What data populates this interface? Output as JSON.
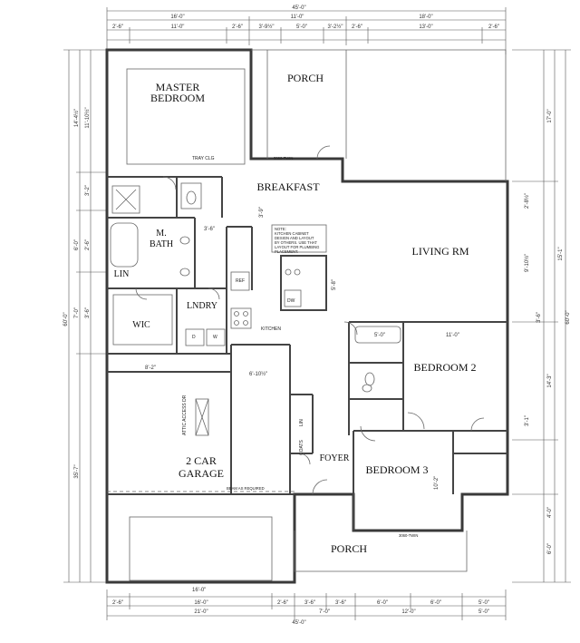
{
  "rooms": {
    "master_bedroom": [
      "MASTER",
      "BEDROOM"
    ],
    "porch_rear": "PORCH",
    "breakfast": "BREAKFAST",
    "m_bath": [
      "M.",
      "BATH"
    ],
    "living_rm": "LIVING RM",
    "lndry": "LNDRY",
    "wic": "WIC",
    "lin_bath": "LIN",
    "kitchen": "KITCHEN",
    "bedroom2": "BEDROOM 2",
    "two_car_garage": [
      "2 CAR",
      "GARAGE"
    ],
    "foyer": "FOYER",
    "bedroom3": "BEDROOM 3",
    "coats": "COATS",
    "lin_hall": "LIN",
    "porch_front": "PORCH",
    "attic_access": "ATTIC ACCESS DR",
    "ref": "REF",
    "dw": "DW",
    "d": "D",
    "w": "W",
    "tray_clg": "TRAY CLG",
    "beam_note": "BEAM AS REQUIRED",
    "window_note": "3060-TWIN",
    "kitchen_note": [
      "NOTE:",
      "KITCHEN CABINET",
      "DESIGN AND LAYOUT",
      "BY OTHERS. USE THAT",
      "LAYOUT FOR PLUMBING",
      "PLACEMENT."
    ]
  },
  "dimensions": {
    "overall_width": "45'-0\"",
    "overall_depth": "60'-0\"",
    "top_row": [
      "16'-0\"",
      "11'-0\"",
      "18'-0\""
    ],
    "top_detail": [
      "2'-6\"",
      "11'-0\"",
      "2'-6\"",
      "3'-9½\"",
      "5'-0\"",
      "3'-2½\"",
      "2'-6\"",
      "13'-0\"",
      "2'-6\""
    ],
    "bottom_detail": [
      "2'-6\"",
      "16'-0\"",
      "2'-6\"",
      "3'-6\"",
      "3'-6\"",
      "6'-0\"",
      "6'-0\"",
      "5'-0\""
    ],
    "bottom_row": [
      "21'-0\"",
      "7'-0\"",
      "12'-0\"",
      "5'-0\""
    ],
    "left_side": [
      "14'-4½\"",
      "11'-10½\"",
      "3'-2\"",
      "2'-6\"",
      "6'-0\"",
      "7'-0\"",
      "3'-6\"",
      "35'-7\"",
      "60'-0\""
    ],
    "right_side": [
      "17'-0\"",
      "15'-1\"",
      "3'-6\"",
      "14'-3\"",
      "6'-0\"",
      "4'-0\"",
      "60'-0\""
    ],
    "interior": [
      "8'-2\"",
      "11'-0\"",
      "6'-10½\"",
      "10'-2\"",
      "5'-0\"",
      "3'-9\"",
      "3'-6\"",
      "5'-8\"",
      "9'-10½\"",
      "2'-8½\"",
      "3'-1\"",
      "16'-0\""
    ]
  }
}
